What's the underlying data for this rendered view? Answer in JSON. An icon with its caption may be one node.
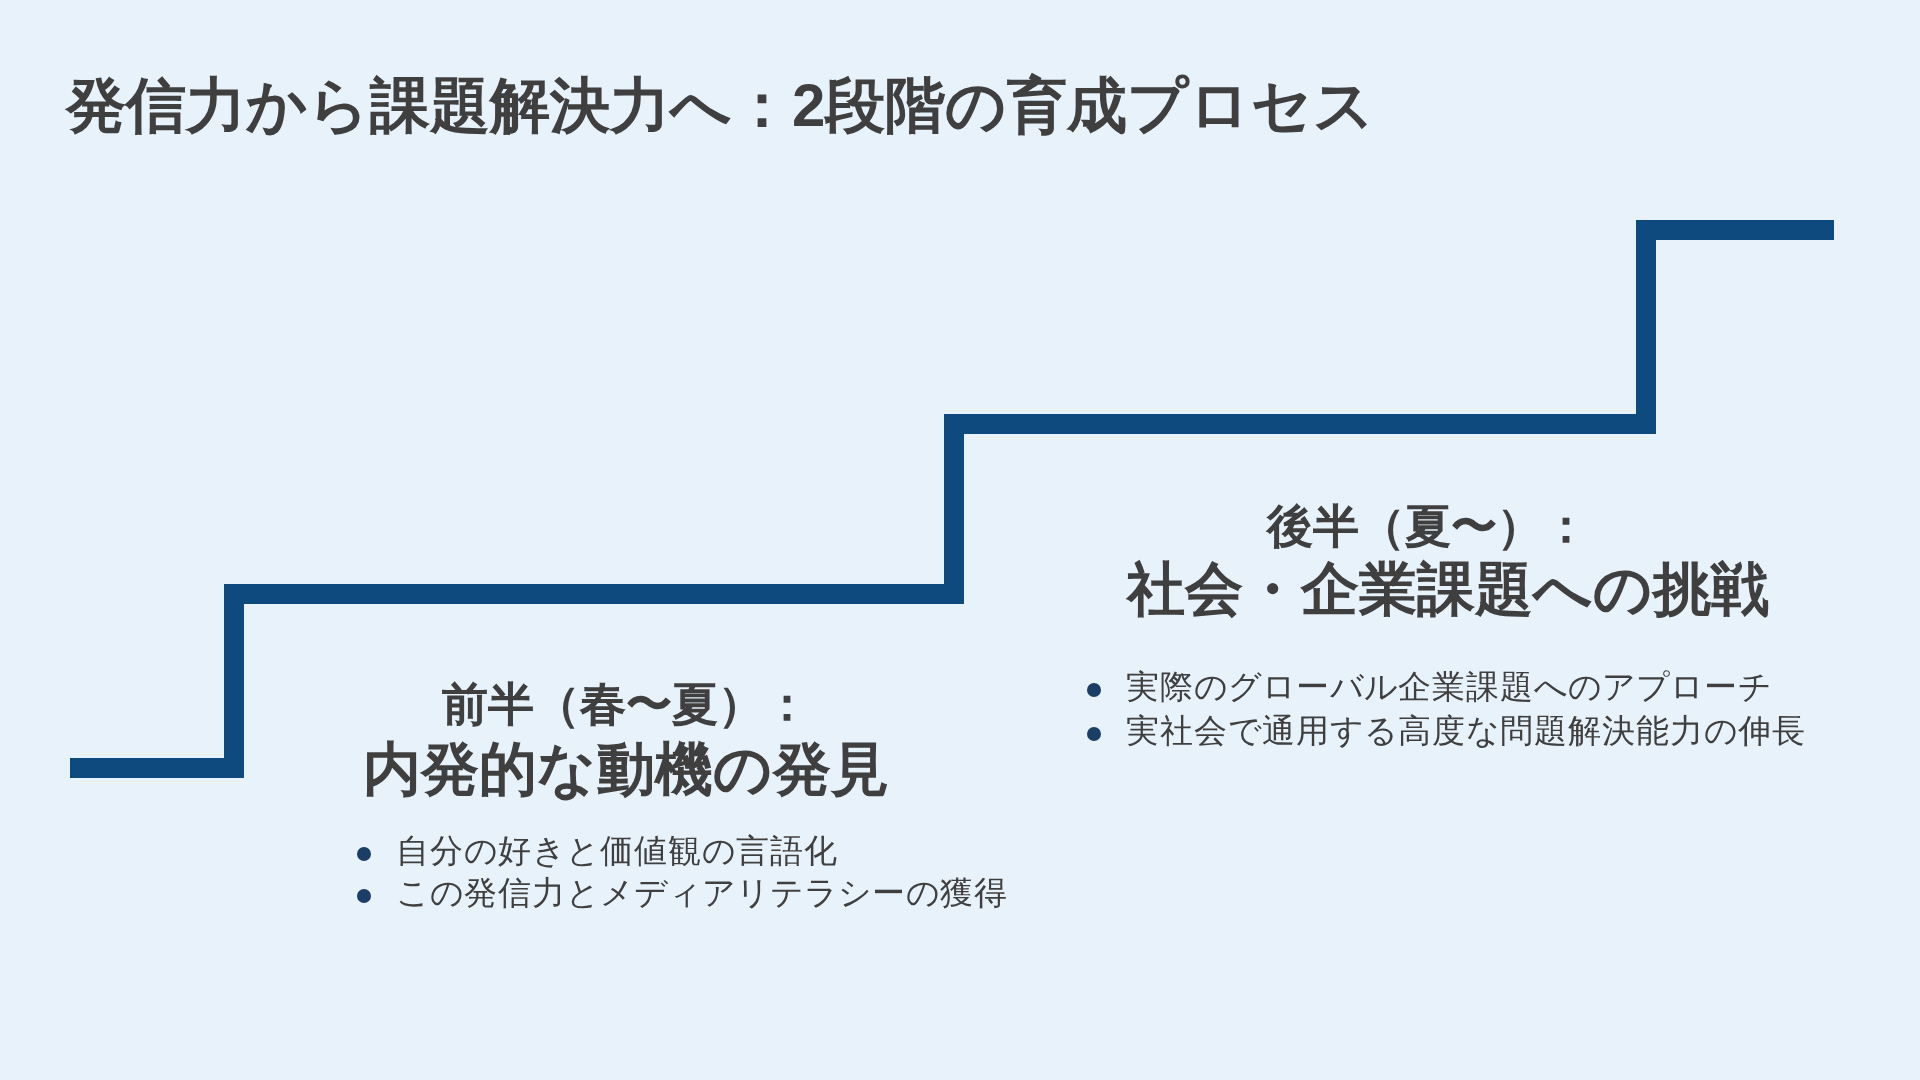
{
  "diagram": {
    "title": "発信力から課題解決力へ：2段階の育成プロセス",
    "labels": [
      "前半（春〜夏）：",
      "内発的な動機の発見",
      "自分の好きと価値観の言語化",
      "この発信力とメディアリテラシーの獲得",
      "後半（夏〜）：",
      "社会・企業課題への挑戦",
      "実際のグローバル企業課題へのアプローチ",
      "実社会で通用する高度な問題解決能力の伸長"
    ]
  }
}
